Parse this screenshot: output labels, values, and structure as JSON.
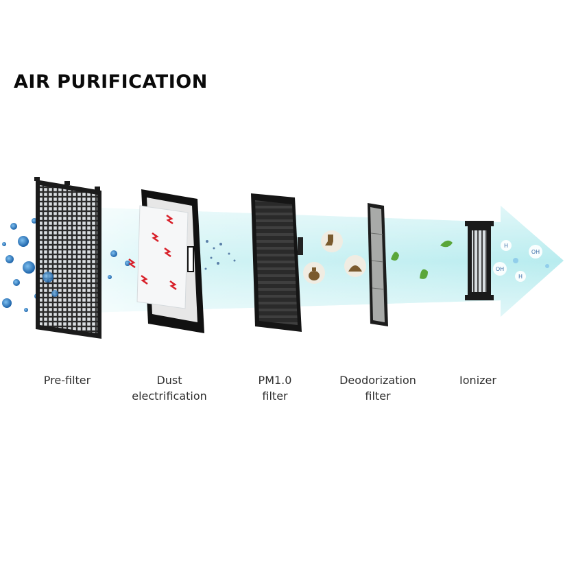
{
  "title": "AIR PURIFICATION",
  "stages": [
    {
      "line1": "Pre-filter",
      "line2": ""
    },
    {
      "line1": "Dust",
      "line2": "electrification"
    },
    {
      "line1": "PM1.0",
      "line2": "filter"
    },
    {
      "line1": "Deodorization",
      "line2": "filter"
    },
    {
      "line1": "Ionizer",
      "line2": ""
    }
  ],
  "ion_labels": [
    "H",
    "OH",
    "OH",
    "H"
  ],
  "colors": {
    "airflow": "#bdeef0",
    "airflow_edge": "#8fdfe4",
    "filter_dark": "#1b1b1b",
    "particle_blue": "#2f7fc8",
    "spark_red": "#d8202a",
    "leaf_green": "#5aa63a"
  },
  "icons": [
    "dust-particle-icon",
    "electric-spark-icon",
    "sock-odor-icon",
    "garbage-odor-icon",
    "pet-waste-icon",
    "leaf-icon",
    "hydrogen-ion-icon",
    "hydroxide-ion-icon"
  ]
}
